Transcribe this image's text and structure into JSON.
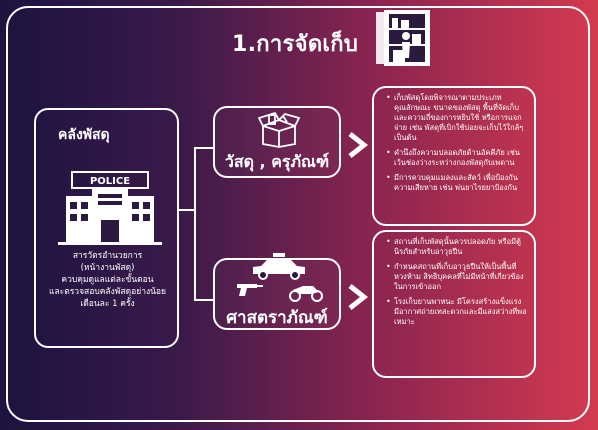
{
  "title": "1.การจัดเก็บ",
  "left_panel": {
    "heading": "คลังพัสดุ",
    "building_sign": "POLICE",
    "description": "สารวัตรอำนวยการ\n(หน้างานพัสดุ)\nควบคุมดูแลแต่ละขั้นตอน\nและตรวจสอบคลังพัสดุอย่างน้อย\nเดือนละ 1 ครั้ง"
  },
  "categories": [
    {
      "label": "วัสดุ , ครุภัณฑ์",
      "icon": "box-icon",
      "details": [
        "เก็บพัสดุโดยพิจารณาตามประเภท คุณลักษณะ ขนาดของพัสดุ พื้นที่จัดเก็บ และความถี่ของการหยิบใช้ หรือการแจกจ่าย เช่น พัสดุที่เบิกใช้บ่อยจะเก็บไว้ใกล้ๆ เป็นต้น",
        "คำนึงถึงความปลอดภัยด้านอัคคีภัย เช่น เว้นช่องว่างระหว่างกองพัสดุกับเพดาน",
        "มีการควบคุมแมลงและสัตว์ เพื่อป้องกันความเสียหาย เช่น พ่นยาไรยยาป้องกัน"
      ]
    },
    {
      "label": "ศาสตราภัณฑ์",
      "icon": "vehicle-weapon-icon",
      "details": [
        "สถานที่เก็บพัสดุนั้นควรปลอดภัย หรือมีตู้นิรภัยสำหรับอาวุธปืน",
        "กำหนดสถานที่เก็บอาวุธปืนให้เป็นพื้นที่หวงห้าม สิทธิบุคคลที่ไม่มีหน้าที่เกี่ยวข้อง ในการเข้าออก",
        "โรงเก็บยานพาหนะ มีโครงสร้างแข็งแรง มีอากาศถ่ายเทสะดวกและมีแสงสว่างที่พอเหมาะ"
      ]
    }
  ],
  "colors": {
    "gradient_left": "#1c1340",
    "gradient_right": "#d43a50",
    "line": "#ffffff"
  }
}
